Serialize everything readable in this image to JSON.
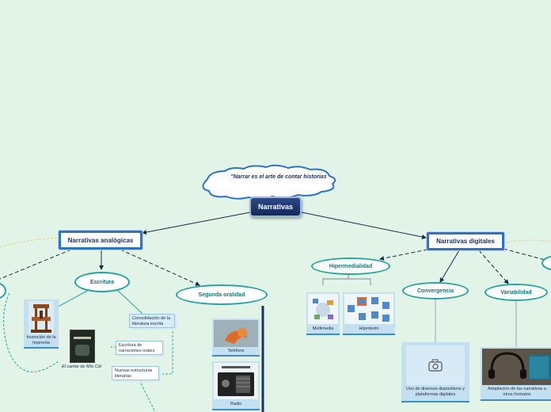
{
  "root": {
    "label": "Narrativas"
  },
  "quote": "\"Narrar es el arte de contar historias",
  "analog": {
    "title": "Narrativas analógicas",
    "escritura": "Escritura",
    "segunda": "Segunda oralidad",
    "imprenta": "Invención de la Imprenta",
    "cantar": "El cantar de Mío Cid",
    "consolidacion": "Consolidación de la literatura escrita",
    "escritura_orales": "Escritura de narraciones orales",
    "nuevas": "Nuevas estructuras literarias",
    "telefono": "Teléfono",
    "radio": "Radio"
  },
  "digital": {
    "title": "Narrativas digitales",
    "hiper": "Hipermedialidad",
    "multimedia": "Multimedia",
    "hipertexto": "Hipertexto",
    "convergencia": "Convergencia",
    "convergencia_desc": "Uso de diversos dispositivos y plataformas digitales",
    "variabilidad": "Variabilidad",
    "variabilidad_desc": "Adaptación de las narrativas a otros formatos"
  },
  "colors": {
    "background": "#e2f4e8",
    "root": "#15285a",
    "main_border": "#2e74c0",
    "oval_border": "#26a4a0"
  }
}
